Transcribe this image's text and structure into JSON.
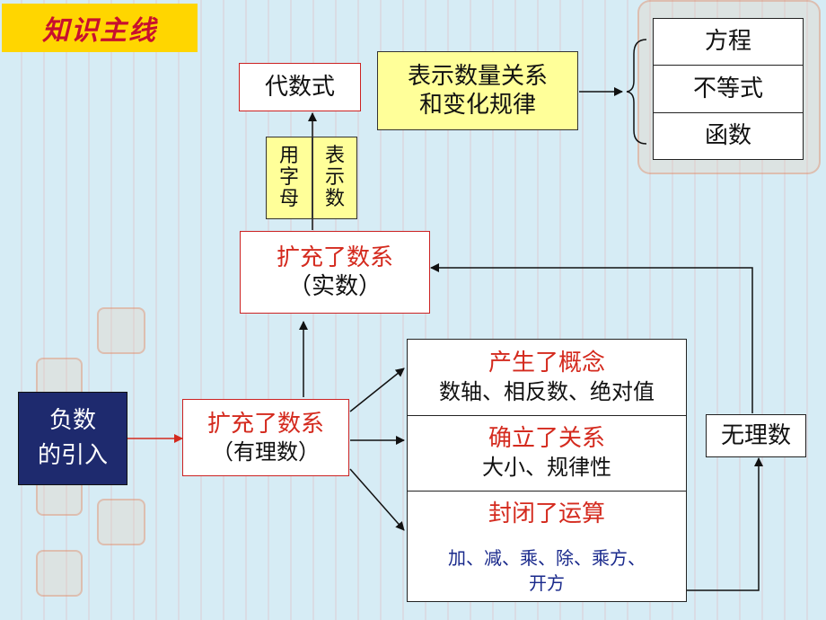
{
  "title": "知识主线",
  "algebraic_expr": "代数式",
  "relation_box": {
    "line1": "表示数量关系",
    "line2": "和变化规律"
  },
  "outcomes": [
    "方程",
    "不等式",
    "函数"
  ],
  "letters_box": {
    "col1": "用字母",
    "col2": "表示数"
  },
  "real_box": {
    "line1": "扩充了数系",
    "line2": "（实数）"
  },
  "negative_box": {
    "line1": "负数",
    "line2": "的引入"
  },
  "rational_box": {
    "line1": "扩充了数系",
    "line2": "（有理数）"
  },
  "concepts": {
    "title": "产生了概念",
    "detail": "数轴、相反数、绝对值"
  },
  "relations": {
    "title": "确立了关系",
    "detail": "大小、规律性"
  },
  "operations": {
    "title": "封闭了运算",
    "detail1": "加、减、乘、除、乘方、",
    "detail2": "开方"
  },
  "irrational": "无理数",
  "colors": {
    "bg": "#d6ecf5",
    "red": "#d42a1e",
    "navy": "#1e2a6e",
    "yellow": "#ffff99",
    "title_bg": "#ffd600"
  }
}
